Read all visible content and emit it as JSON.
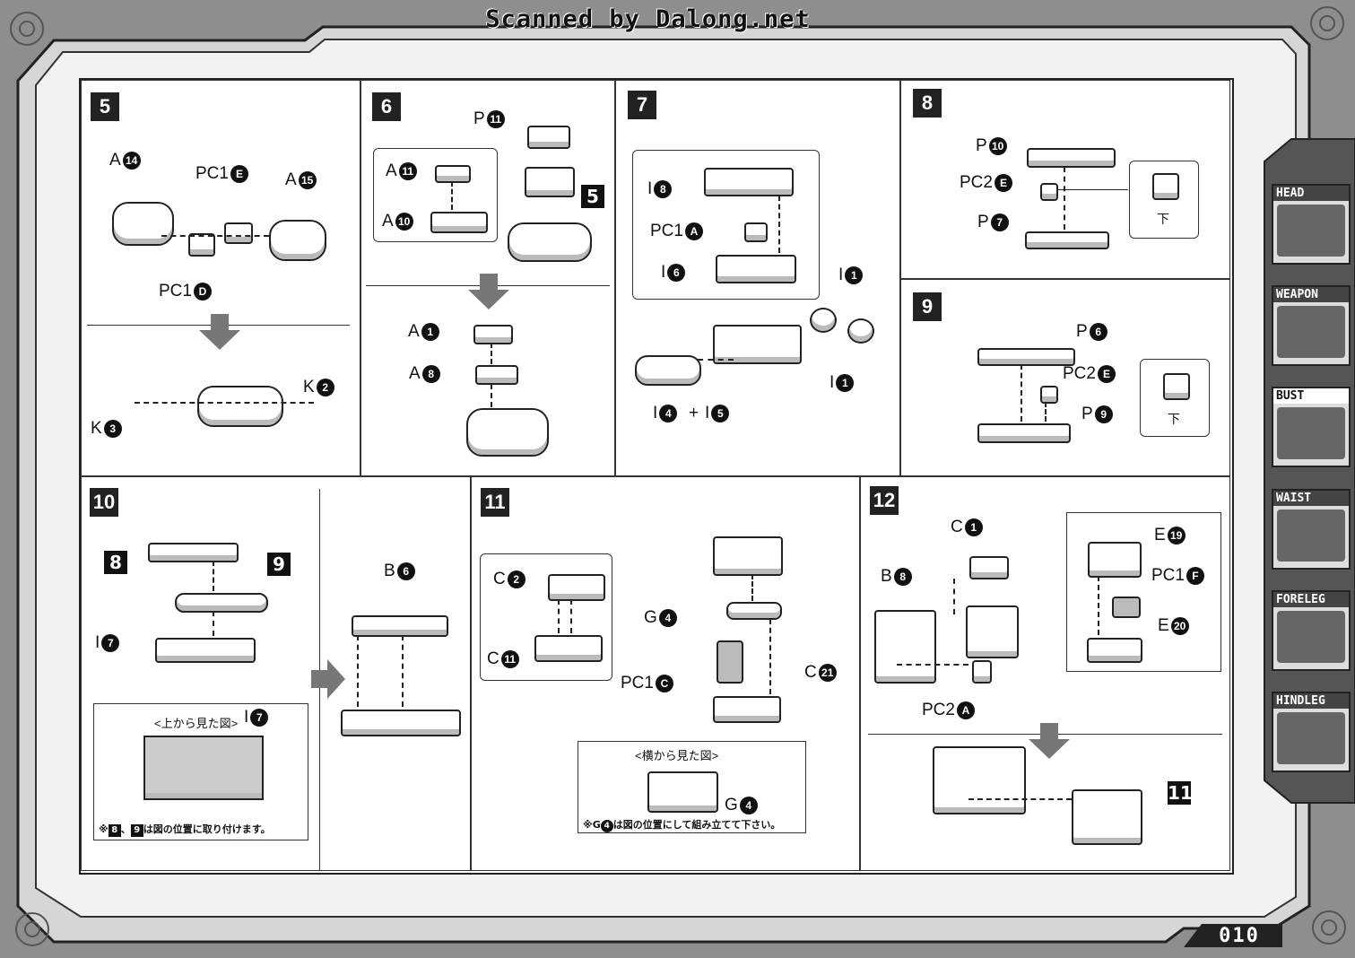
{
  "watermark": "Scanned by Dalong.net",
  "page_number": "010",
  "side_tabs": [
    {
      "label": "HEAD"
    },
    {
      "label": "WEAPON"
    },
    {
      "label": "BUST"
    },
    {
      "label": "WAIST"
    },
    {
      "label": "FORELEG"
    },
    {
      "label": "HINDLEG"
    }
  ],
  "steps": {
    "s5": {
      "num": "5",
      "labels": {
        "a14": "A",
        "pc1e": "PC1",
        "a15": "A",
        "pc1d": "PC1",
        "k2": "K",
        "k3": "K"
      },
      "circ": {
        "a14": "14",
        "pc1e": "E",
        "a15": "15",
        "pc1d": "D",
        "k2": "2",
        "k3": "3"
      }
    },
    "s6": {
      "num": "6",
      "labels": {
        "p11": "P",
        "a11": "A",
        "a10": "A",
        "a1": "A",
        "a8": "A"
      },
      "circ": {
        "p11": "11",
        "a11": "11",
        "a10": "10",
        "a1": "1",
        "a8": "8"
      },
      "ref": "5"
    },
    "s7": {
      "num": "7",
      "labels": {
        "i8": "I",
        "pc1a": "PC1",
        "i6": "I",
        "i1a": "I",
        "i1b": "I",
        "i4": "I",
        "plus": "+",
        "i5": "I"
      },
      "circ": {
        "i8": "8",
        "pc1a": "A",
        "i6": "6",
        "i1a": "1",
        "i1b": "1",
        "i4": "4",
        "i5": "5"
      }
    },
    "s8": {
      "num": "8",
      "labels": {
        "p10": "P",
        "pc2e": "PC2",
        "p7": "P"
      },
      "circ": {
        "p10": "10",
        "pc2e": "E",
        "p7": "7"
      },
      "bottom_mark": "下"
    },
    "s9": {
      "num": "9",
      "labels": {
        "p6": "P",
        "pc2e": "PC2",
        "p9": "P"
      },
      "circ": {
        "p6": "6",
        "pc2e": "E",
        "p9": "9"
      },
      "bottom_mark": "下"
    },
    "s10": {
      "num": "10",
      "refs": {
        "r8": "8",
        "r9": "9"
      },
      "labels": {
        "i7": "I",
        "b6": "B",
        "i7b": "I"
      },
      "circ": {
        "i7": "7",
        "b6": "6",
        "i7b": "7"
      },
      "view_title": "<上から見た図>",
      "note_mark": "※",
      "note_refs": {
        "a": "8",
        "b": "9"
      },
      "note_sep": "、",
      "note_text": "は図の位置に取り付けます。"
    },
    "s11": {
      "num": "11",
      "labels": {
        "c2": "C",
        "c11": "C",
        "g4": "G",
        "pc1c": "PC1",
        "c21": "C",
        "g4b": "G"
      },
      "circ": {
        "c2": "2",
        "c11": "11",
        "g4": "4",
        "pc1c": "C",
        "c21": "21",
        "g4b": "4"
      },
      "view_title": "<横から見た図>",
      "note_prefix": "※G",
      "note_circ": "4",
      "note_text": "は図の位置にして組み立てて下さい。"
    },
    "s12": {
      "num": "12",
      "labels": {
        "c1": "C",
        "b8": "B",
        "pc2a": "PC2",
        "e19": "E",
        "pc1f": "PC1",
        "e20": "E"
      },
      "circ": {
        "c1": "1",
        "b8": "8",
        "pc2a": "A",
        "e19": "19",
        "pc1f": "F",
        "e20": "20"
      },
      "ref": "11"
    }
  }
}
